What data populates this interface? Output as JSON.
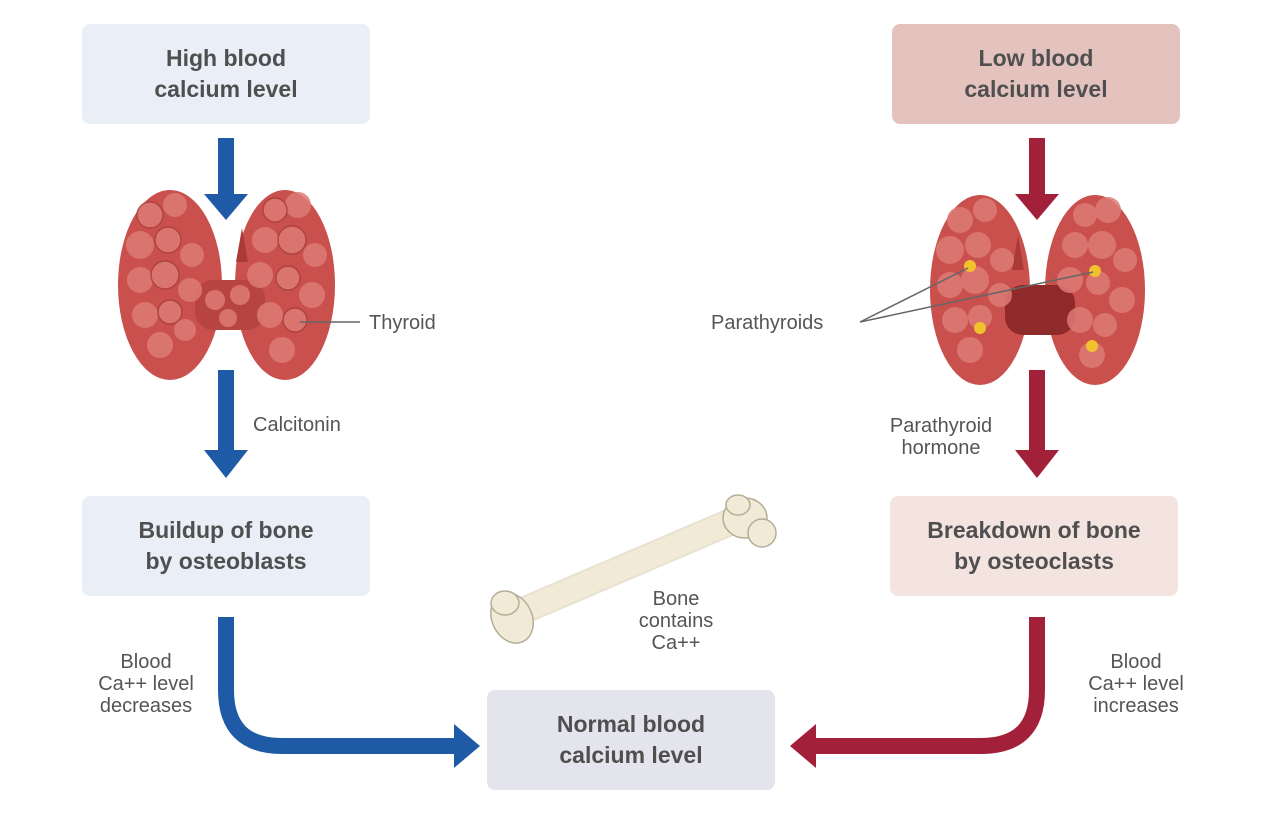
{
  "boxes": {
    "high": {
      "line1": "High blood",
      "line2": "calcium level",
      "fill": "#eaeef7"
    },
    "low": {
      "line1": "Low blood",
      "line2": "calcium level",
      "fill": "#e4c3bf"
    },
    "buildup": {
      "line1": "Buildup of bone",
      "line2": "by osteoblasts",
      "fill": "#eaeef7"
    },
    "breakdown": {
      "line1": "Breakdown of bone",
      "line2": "by osteoclasts",
      "fill": "#f3e4df"
    },
    "normal": {
      "line1": "Normal blood",
      "line2": "calcium level",
      "fill": "#e4e4ec"
    }
  },
  "labels": {
    "thyroid": "Thyroid",
    "parathyroids": "Parathyroids",
    "calcitonin": "Calcitonin",
    "parathyroid_hormone": {
      "line1": "Parathyroid",
      "line2": "hormone"
    },
    "bone": {
      "line1": "Bone",
      "line2": "contains",
      "line3": "Ca++"
    },
    "decreases": {
      "line1": "Blood",
      "line2": "Ca++ level",
      "line3": "decreases"
    },
    "increases": {
      "line1": "Blood",
      "line2": "Ca++ level",
      "line3": "increases"
    }
  },
  "colors": {
    "blue_arrow": "#1f5aa6",
    "red_arrow": "#a3203a",
    "thyroid_tissue": "#c9504d",
    "thyroid_dark": "#8e2a2a",
    "parathyroid_gland": "#f2c12e",
    "bone": "#f1ead6"
  }
}
